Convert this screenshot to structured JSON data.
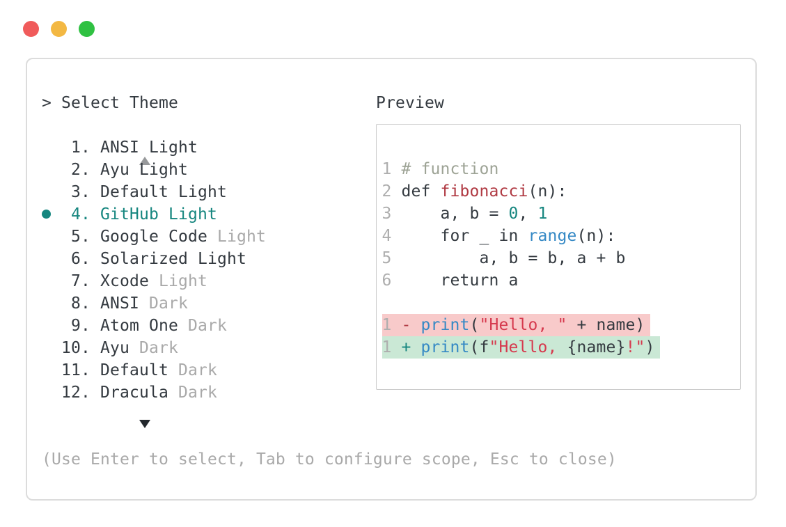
{
  "window_controls": {
    "close_color": "#f05b5b",
    "minimize_color": "#f3b843",
    "maximize_color": "#2fc142"
  },
  "theme_picker": {
    "prompt": ">",
    "title": "Select Theme",
    "scroll_up_icon": "triangle-up",
    "scroll_down_icon": "triangle-down",
    "items": [
      {
        "number": "1.",
        "name": "ANSI Light",
        "suffix": "",
        "selected": false
      },
      {
        "number": "2.",
        "name": "Ayu Light",
        "suffix": "",
        "selected": false
      },
      {
        "number": "3.",
        "name": "Default Light",
        "suffix": "",
        "selected": false
      },
      {
        "number": "4.",
        "name": "GitHub Light",
        "suffix": "",
        "selected": true
      },
      {
        "number": "5.",
        "name": "Google Code",
        "suffix": "Light",
        "selected": false
      },
      {
        "number": "6.",
        "name": "Solarized Light",
        "suffix": "",
        "selected": false
      },
      {
        "number": "7.",
        "name": "Xcode",
        "suffix": "Light",
        "selected": false
      },
      {
        "number": "8.",
        "name": "ANSI",
        "suffix": "Dark",
        "selected": false
      },
      {
        "number": "9.",
        "name": "Atom One",
        "suffix": "Dark",
        "selected": false
      },
      {
        "number": "10.",
        "name": "Ayu",
        "suffix": "Dark",
        "selected": false
      },
      {
        "number": "11.",
        "name": "Default",
        "suffix": "Dark",
        "selected": false
      },
      {
        "number": "12.",
        "name": "Dracula",
        "suffix": "Dark",
        "selected": false
      }
    ],
    "hint": "(Use Enter to select, Tab to configure scope, Esc to close)"
  },
  "preview": {
    "title": "Preview",
    "code_lines": [
      {
        "ln": "1",
        "segments": [
          {
            "t": "# function",
            "c": "comment"
          }
        ]
      },
      {
        "ln": "2",
        "segments": [
          {
            "t": "def ",
            "c": "text"
          },
          {
            "t": "fibonacci",
            "c": "function"
          },
          {
            "t": "(n):",
            "c": "text"
          }
        ]
      },
      {
        "ln": "3",
        "segments": [
          {
            "t": "    a, b = ",
            "c": "text"
          },
          {
            "t": "0",
            "c": "number"
          },
          {
            "t": ", ",
            "c": "text"
          },
          {
            "t": "1",
            "c": "number"
          }
        ]
      },
      {
        "ln": "4",
        "segments": [
          {
            "t": "    for _ in ",
            "c": "text"
          },
          {
            "t": "range",
            "c": "builtin"
          },
          {
            "t": "(n):",
            "c": "text"
          }
        ]
      },
      {
        "ln": "5",
        "segments": [
          {
            "t": "        a, b = b, a + b",
            "c": "text"
          }
        ]
      },
      {
        "ln": "6",
        "segments": [
          {
            "t": "    return a",
            "c": "text"
          }
        ]
      },
      {
        "blank": true
      },
      {
        "ln": "1",
        "diff": "removed",
        "segments": [
          {
            "t": "- ",
            "c": "removed_sign"
          },
          {
            "t": "print",
            "c": "builtin"
          },
          {
            "t": "(",
            "c": "text"
          },
          {
            "t": "\"Hello, \"",
            "c": "string"
          },
          {
            "t": " + name)",
            "c": "text"
          }
        ]
      },
      {
        "ln": "1",
        "diff": "added",
        "segments": [
          {
            "t": "+ ",
            "c": "added_sign"
          },
          {
            "t": "print",
            "c": "builtin"
          },
          {
            "t": "(f",
            "c": "text"
          },
          {
            "t": "\"Hello, ",
            "c": "string"
          },
          {
            "t": "{name}",
            "c": "text"
          },
          {
            "t": "!\"",
            "c": "string"
          },
          {
            "t": ")",
            "c": "text"
          }
        ]
      }
    ]
  },
  "colors": {
    "text": "#343a40",
    "muted": "#a9a9a9",
    "selected": "#16867f",
    "comment": "#9da395",
    "function": "#b03a43",
    "number": "#16867f",
    "builtin": "#3589c5",
    "string": "#d63a4e",
    "line_number": "#aeaeae",
    "removed_sign": "#b03a43",
    "added_sign": "#16867f",
    "removed_bg": "#f8caca",
    "added_bg": "#cae8d5",
    "accent_red": "#f05b5b",
    "accent_yellow": "#f3b843",
    "accent_green": "#2fc142"
  }
}
